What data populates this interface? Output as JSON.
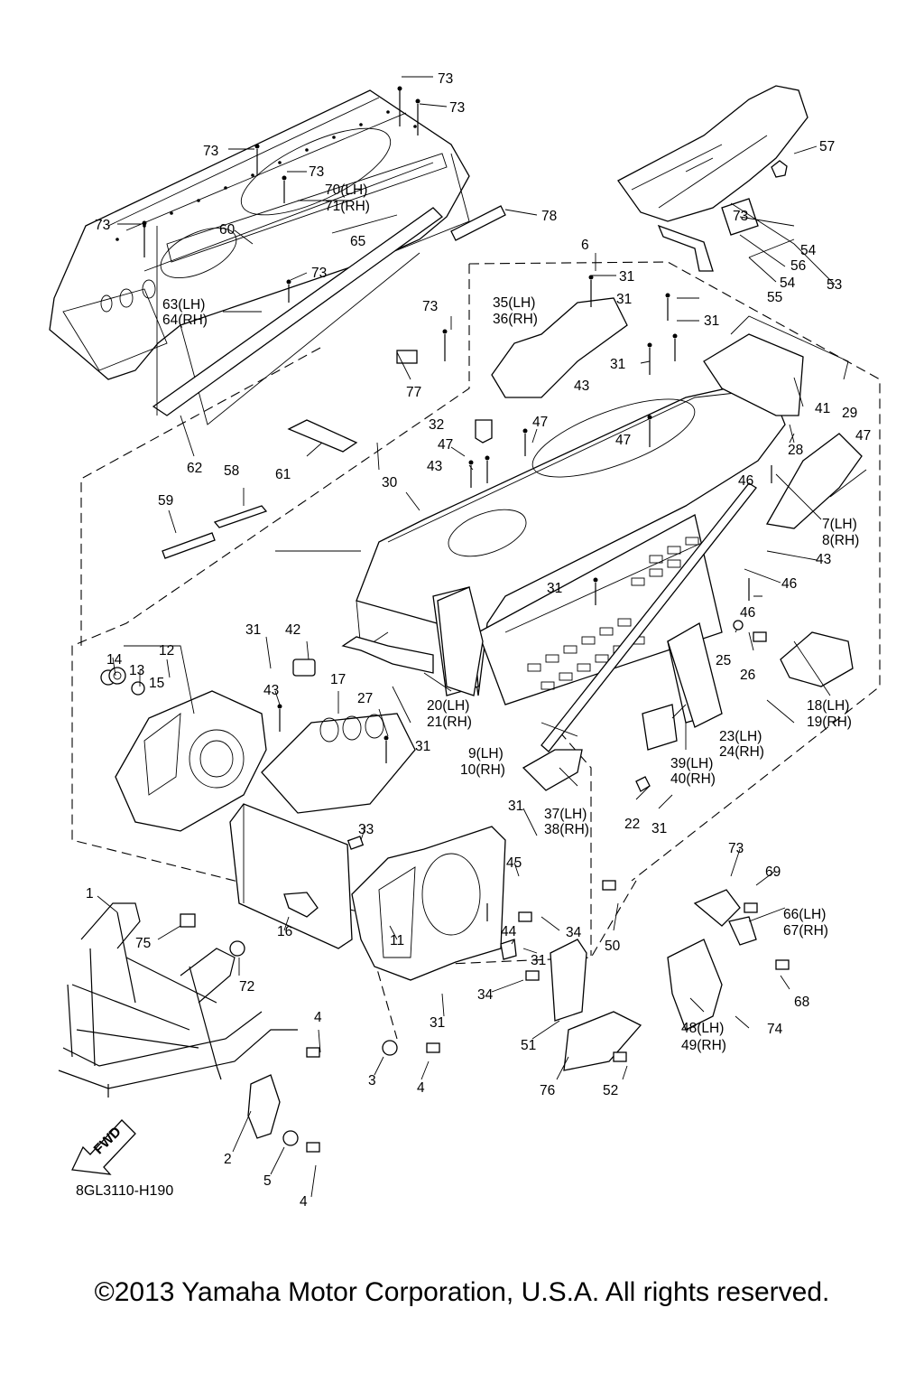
{
  "diagram": {
    "diagram_code": "8GL3110-H190",
    "copyright": "©2013 Yamaha Motor Corporation, U.S.A. All rights reserved.",
    "fwd_label": "FWD",
    "labels": [
      "73",
      "73",
      "73",
      "73",
      "73",
      "73",
      "73",
      "73",
      "70(LH)",
      "71(RH)",
      "78",
      "60",
      "65",
      "57",
      "54",
      "56",
      "54",
      "53",
      "55",
      "63(LH)",
      "64(RH)",
      "6",
      "31",
      "31",
      "31",
      "31",
      "35(LH)",
      "36(RH)",
      "77",
      "43",
      "41",
      "29",
      "32",
      "47",
      "47",
      "47",
      "28",
      "47",
      "62",
      "61",
      "43",
      "58",
      "30",
      "46",
      "59",
      "7(LH)",
      "8(RH)",
      "43",
      "46",
      "31",
      "46",
      "31",
      "42",
      "25",
      "26",
      "12",
      "14",
      "13",
      "15",
      "43",
      "17",
      "27",
      "20(LH)",
      "21(RH)",
      "18(LH)",
      "19(RH)",
      "31",
      "23(LH)",
      "24(RH)",
      "9(LH)",
      "10(RH)",
      "39(LH)",
      "40(RH)",
      "37(LH)",
      "38(RH)",
      "31",
      "22",
      "31",
      "33",
      "73",
      "45",
      "69",
      "1",
      "16",
      "50",
      "66(LH)",
      "67(RH)",
      "75",
      "11",
      "34",
      "44",
      "31",
      "72",
      "34",
      "68",
      "31",
      "74",
      "48(LH)",
      "49(RH)",
      "4",
      "51",
      "3",
      "4",
      "76",
      "52",
      "2",
      "5",
      "4"
    ]
  }
}
